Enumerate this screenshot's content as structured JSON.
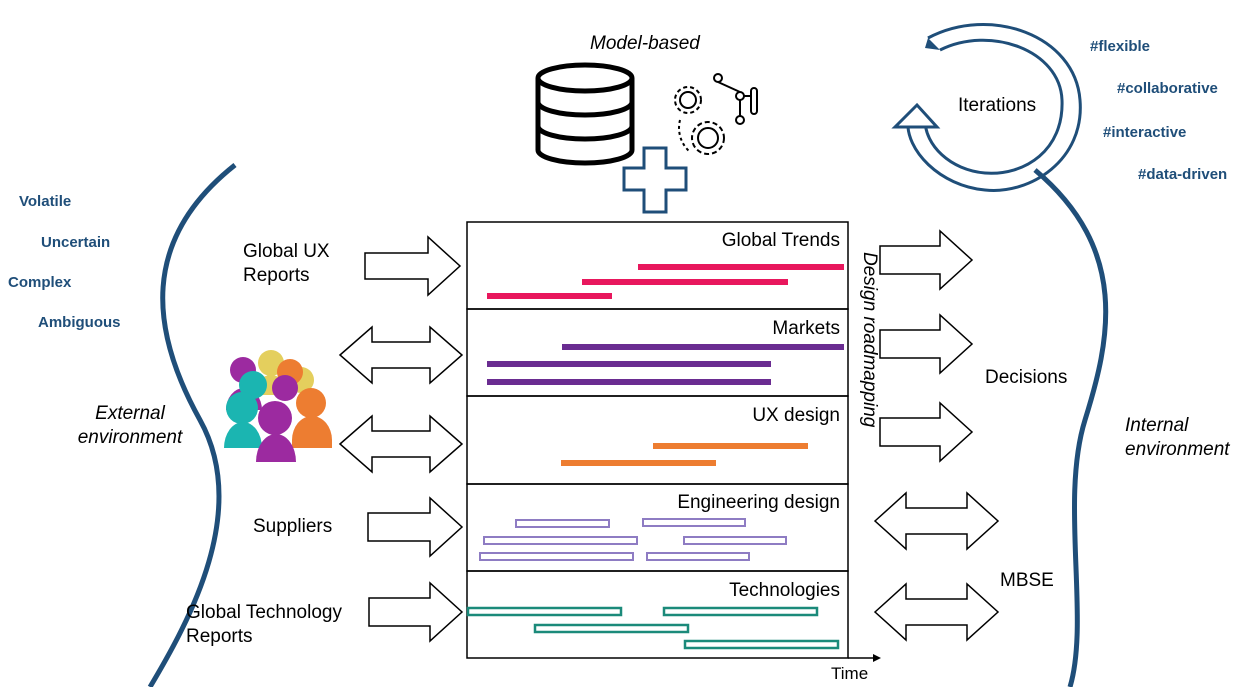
{
  "header": {
    "model_based_label": "Model-based"
  },
  "vuca": [
    "Volatile",
    "Uncertain",
    "Complex",
    "Ambiguous"
  ],
  "environments": {
    "external": [
      "External",
      "environment"
    ],
    "internal": [
      "Internal",
      "environment"
    ]
  },
  "iterations": {
    "label": "Iterations",
    "tags": [
      "#flexible",
      "#collaborative",
      "#interactive",
      "#data-driven"
    ]
  },
  "inputs": {
    "global_ux_reports": [
      "Global UX",
      "Reports"
    ],
    "suppliers": "Suppliers",
    "global_technology_reports": [
      "Global Technology",
      "Reports"
    ]
  },
  "outputs": {
    "decisions": "Decisions",
    "mbse": "MBSE"
  },
  "roadmap": {
    "vertical_title": "Design roadmapping",
    "time_label": "Time",
    "lanes": [
      "Global Trends",
      "Markets",
      "UX design",
      "Engineering design",
      "Technologies"
    ]
  },
  "colors": {
    "accent_blue": "#1f4e79",
    "global_trends": "#e8175d",
    "markets": "#6a2c91",
    "ux_design": "#ed7d31",
    "engineering_design": "#8e7cc3",
    "technologies": "#1b8a7a"
  },
  "icons": [
    "database-icon",
    "gears-network-icon",
    "plus-icon",
    "people-group-icon",
    "cycle-arrow-icon"
  ]
}
